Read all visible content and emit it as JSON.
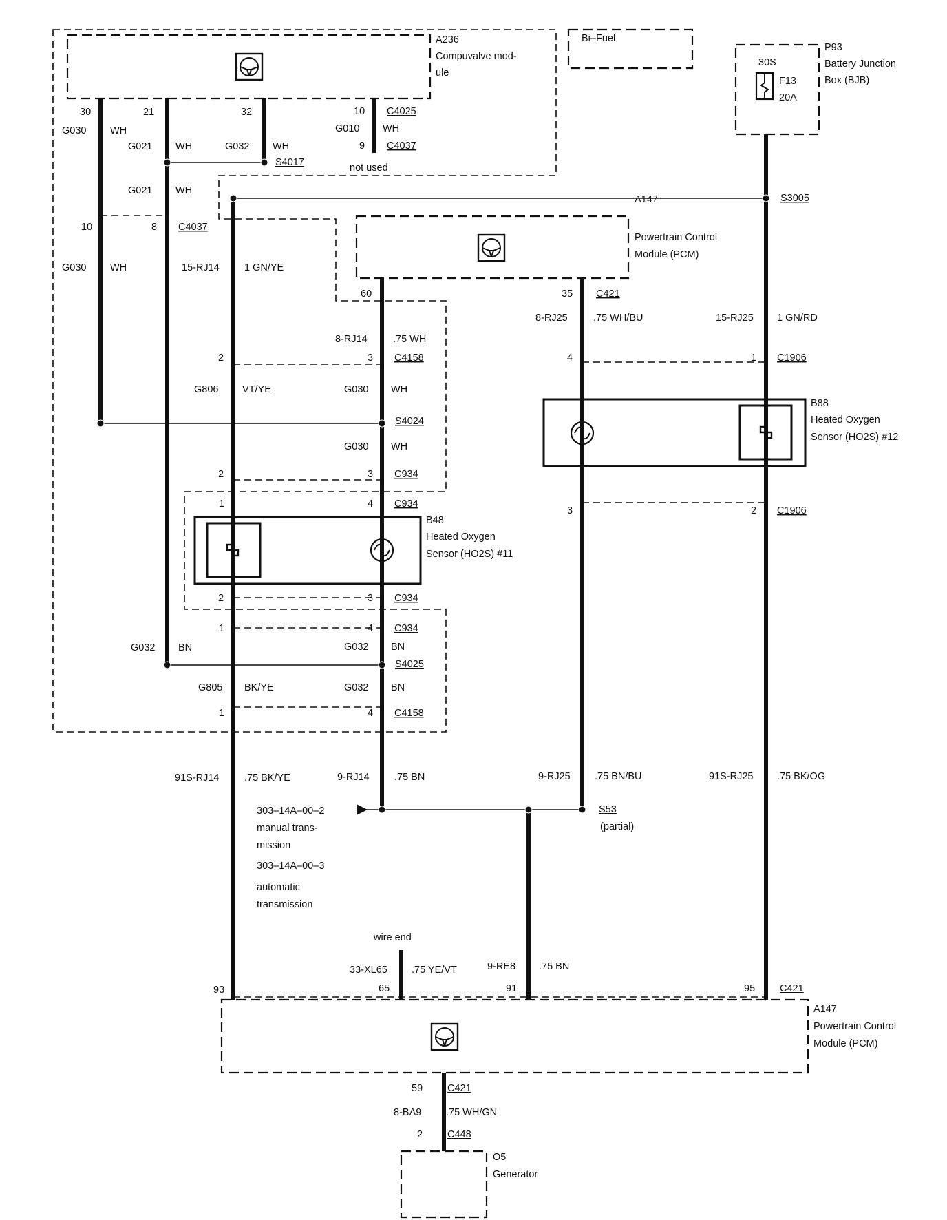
{
  "components": {
    "a236": {
      "id": "A236",
      "name_line1": "Compuvalve mod-",
      "name_line2": "ule"
    },
    "bifuel": {
      "label": "Bi–Fuel"
    },
    "p93": {
      "id": "P93",
      "name_line1": "Battery Junction",
      "name_line2": "Box (BJB)",
      "pin": "30S",
      "fuse": "F13",
      "rating": "20A"
    },
    "pcm_top": {
      "id": "A147",
      "name_line1": "Powertrain Control",
      "name_line2": "Module (PCM)"
    },
    "b88": {
      "id": "B88",
      "name_line1": "Heated Oxygen",
      "name_line2": "Sensor (HO2S) #12"
    },
    "b48": {
      "id": "B48",
      "name_line1": "Heated Oxygen",
      "name_line2": "Sensor (HO2S) #11"
    },
    "pcm_bottom": {
      "id": "A147",
      "name_line1": "Powertrain Control",
      "name_line2": "Module (PCM)"
    },
    "o5": {
      "id": "O5",
      "name": "Generator"
    }
  },
  "labels": {
    "a236_pins": [
      "30",
      "21",
      "32",
      "10"
    ],
    "c4025": "C4025",
    "g030_a": "G030",
    "wh_a": "WH",
    "g021_a": "G021",
    "wh_b": "WH",
    "g032_a": "G032",
    "wh_c": "WH",
    "g010": "G010",
    "wh_d": "WH",
    "pin9": "9",
    "c4037_a": "C4037",
    "s4017": "S4017",
    "not_used": "not used",
    "g021_b": "G021",
    "wh_e": "WH",
    "s3005": "S3005",
    "pin10_b": "10",
    "pin8": "8",
    "c4037_b": "C4037",
    "g030_b": "G030",
    "wh_f": "WH",
    "rj14_15": "15-RJ14",
    "gnye": "1 GN/YE",
    "pin60": "60",
    "pin35": "35",
    "c421_a": "C421",
    "rj14_8": "8-RJ14",
    "wh75": ".75 WH",
    "rj25_8": "8-RJ25",
    "whbu": ".75 WH/BU",
    "rj25_15": "15-RJ25",
    "gnrd": "1 GN/RD",
    "pin2_a": "2",
    "pin3_a": "3",
    "c4158_a": "C4158",
    "pin4_a": "4",
    "pin1_a": "1",
    "c1906_a": "C1906",
    "g806": "G806",
    "vtye": "VT/YE",
    "g030_c": "G030",
    "wh_g": "WH",
    "s4024": "S4024",
    "g030_d": "G030",
    "wh_h": "WH",
    "pin2_b": "2",
    "pin3_b": "3",
    "c934_a": "C934",
    "pin1_b": "1",
    "pin4_b": "4",
    "c934_b": "C934",
    "pin3_c": "3",
    "pin2_c": "2",
    "c1906_b": "C1906",
    "pin2_d": "2",
    "pin3_d": "3",
    "c934_c": "C934",
    "pin1_c": "1",
    "pin4_c": "4",
    "c934_d": "C934",
    "g032_b": "G032",
    "bn_a": "BN",
    "g032_c": "G032",
    "bn_b": "BN",
    "s4025": "S4025",
    "g805": "G805",
    "bkye": "BK/YE",
    "g032_d": "G032",
    "bn_c": "BN",
    "pin1_d": "1",
    "pin4_d": "4",
    "c4158_b": "C4158",
    "rj14_91s": "91S-RJ14",
    "bkye75": ".75 BK/YE",
    "rj14_9": "9-RJ14",
    "bn75_a": ".75 BN",
    "rj25_9": "9-RJ25",
    "bnbu": ".75 BN/BU",
    "rj25_91s": "91S-RJ25",
    "bkog": ".75 BK/OG",
    "ref1": "303–14A–00–2",
    "ref1_desc1": "manual trans-",
    "ref1_desc2": "mission",
    "ref2": "303–14A–00–3",
    "ref2_desc1": "automatic",
    "ref2_desc2": "transmission",
    "s53": "S53",
    "s53_note": "(partial)",
    "wire_end": "wire end",
    "xl65": "33-XL65",
    "yevt": ".75 YE/VT",
    "re8": "9-RE8",
    "bn75_b": ".75 BN",
    "pin93": "93",
    "pin65": "65",
    "pin91": "91",
    "pin95": "95",
    "c421_b": "C421",
    "pin59": "59",
    "c421_c": "C421",
    "ba9": "8-BA9",
    "whgn": ".75 WH/GN",
    "pin2_e": "2",
    "c448": "C448"
  }
}
